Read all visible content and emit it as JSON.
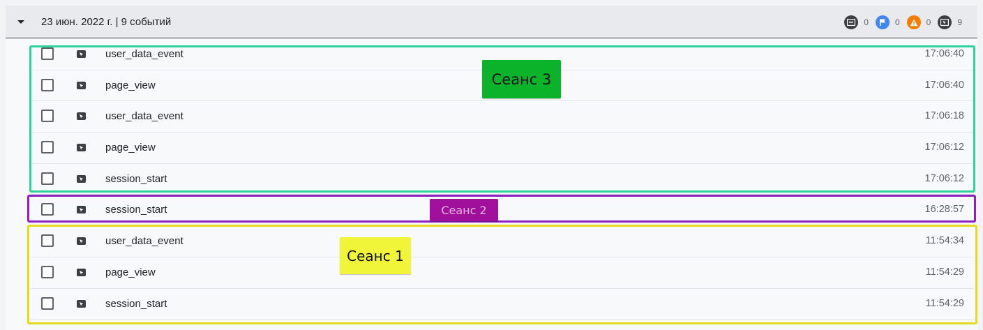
{
  "header": {
    "title": "23 июн. 2022 г. | 9 событий",
    "counters": [
      {
        "icon": "screen-event-icon",
        "color": "#3c4043",
        "count": "0"
      },
      {
        "icon": "flag-icon",
        "color": "#4285f4",
        "count": "0"
      },
      {
        "icon": "warning-icon",
        "color": "#f57c00",
        "count": "0"
      },
      {
        "icon": "cursor-event-icon",
        "color": "#3c4043",
        "count": "9"
      }
    ]
  },
  "events": [
    {
      "name": "user_data_event",
      "time": "17:06:40"
    },
    {
      "name": "page_view",
      "time": "17:06:40"
    },
    {
      "name": "user_data_event",
      "time": "17:06:18"
    },
    {
      "name": "page_view",
      "time": "17:06:12"
    },
    {
      "name": "session_start",
      "time": "17:06:12"
    },
    {
      "name": "session_start",
      "time": "16:28:57"
    },
    {
      "name": "user_data_event",
      "time": "11:54:34"
    },
    {
      "name": "page_view",
      "time": "11:54:29"
    },
    {
      "name": "session_start",
      "time": "11:54:29"
    }
  ],
  "sessions": [
    {
      "label": "Сеанс 3",
      "border_color": "#2ed39b",
      "label_bg": "#0ab32a",
      "label_color": "#111111"
    },
    {
      "label": "Сеанс 2",
      "border_color": "#8e1fc0",
      "label_bg": "#a0109a",
      "label_color": "#e7b6e6"
    },
    {
      "label": "Сеанс 1",
      "border_color": "#e6da1c",
      "label_bg": "#f0f53a",
      "label_color": "#111111"
    }
  ]
}
